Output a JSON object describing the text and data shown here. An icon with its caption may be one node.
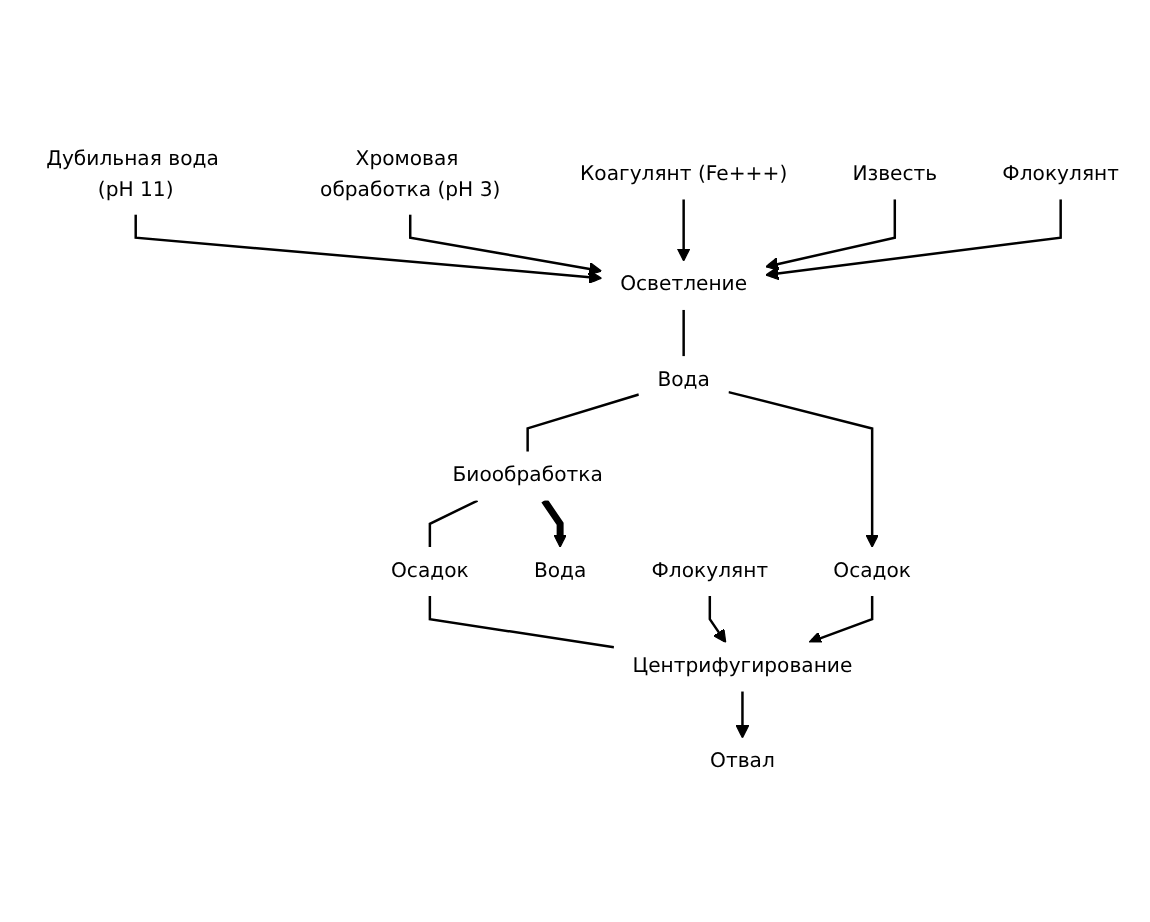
{
  "diagram": {
    "nodes": [
      {
        "text": [
          "Дубильная вода (pH 11)"
        ]
      },
      {
        "text": [
          "Хромовая обработка (pH 3)"
        ]
      },
      {
        "text": [
          "Коагулянт (Fe+++)"
        ]
      },
      {
        "text": [
          "Известь"
        ]
      },
      {
        "text": [
          "Флокулянт"
        ]
      },
      {
        "text": [
          "Осветление"
        ]
      },
      {
        "text": [
          "Вода"
        ]
      },
      {
        "text": [
          "Осадок"
        ]
      },
      {
        "text": [
          "Биообработка"
        ]
      },
      {
        "text": [
          "Вода"
        ]
      },
      {
        "text": [
          "Осадок"
        ]
      },
      {
        "text": [
          "Флокулянт"
        ]
      },
      {
        "text": [
          "Центрифугирование"
        ]
      },
      {
        "text": [
          "Отвал"
        ]
      }
    ],
    "edges": [
      {
        "from": 0,
        "to": 5,
        "arrow": "to"
      },
      {
        "from": 1,
        "to": 5,
        "arrow": "to"
      },
      {
        "from": 2,
        "to": 5,
        "arrow": "to"
      },
      {
        "from": 3,
        "to": 5,
        "arrow": "to"
      },
      {
        "from": 4,
        "to": 5,
        "arrow": "to"
      },
      {
        "from": 5,
        "to": 6,
        "arrow": "none"
      },
      {
        "from": 6,
        "to": 7,
        "arrow": "to"
      },
      {
        "from": 6,
        "to": 8,
        "arrow": "none"
      },
      {
        "from": 8,
        "to": 9,
        "arrow": "to",
        "style": "thick"
      },
      {
        "from": 8,
        "to": 10,
        "arrow": "none"
      },
      {
        "from": 10,
        "to": 12,
        "arrow": "none"
      },
      {
        "from": 11,
        "to": 12,
        "arrow": "to"
      },
      {
        "from": 7,
        "to": 12,
        "arrow": "to"
      },
      {
        "from": 12,
        "to": 13,
        "arrow": "to"
      }
    ]
  }
}
